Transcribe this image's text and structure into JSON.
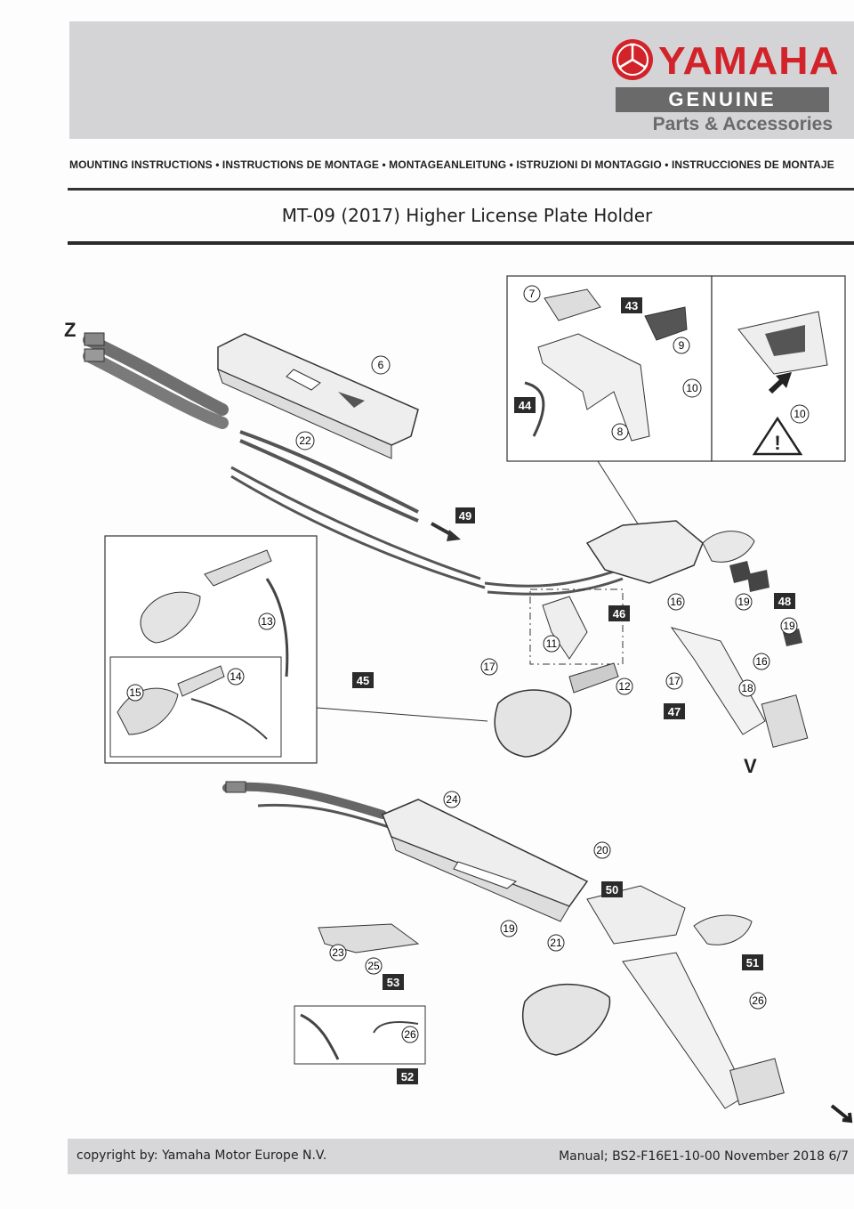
{
  "header": {
    "brand_name": "YAMAHA",
    "brand_genuine": "GENUINE",
    "brand_tagline": "Parts & Accessories",
    "instructions_line": "MOUNTING INSTRUCTIONS • INSTRUCTIONS DE MONTAGE • MONTAGEANLEITUNG • ISTRUZIONI DI MONTAGGIO • INSTRUCCIONES DE MONTAJE",
    "title": "MT-09 (2017) Higher License Plate Holder"
  },
  "diagram": {
    "letters": [
      "Z",
      "V"
    ],
    "part_numbers": [
      "6",
      "7",
      "8",
      "9",
      "10",
      "11",
      "12",
      "13",
      "14",
      "15",
      "16",
      "17",
      "18",
      "19",
      "20",
      "21",
      "22",
      "23",
      "24",
      "25",
      "26"
    ],
    "step_numbers": [
      "43",
      "44",
      "45",
      "46",
      "47",
      "48",
      "49",
      "50",
      "51",
      "52",
      "53"
    ],
    "warning_symbol": "!"
  },
  "footer": {
    "copyright": "copyright by: Yamaha Motor Europe N.V.",
    "manual": "Manual; BS2-F16E1-10-00 November 2018 6/7"
  },
  "colors": {
    "brand_red": "#d2232a",
    "band_gray": "#d4d4d6",
    "genuine_gray": "#6a6a6a",
    "step_box": "#2b2b2b"
  }
}
